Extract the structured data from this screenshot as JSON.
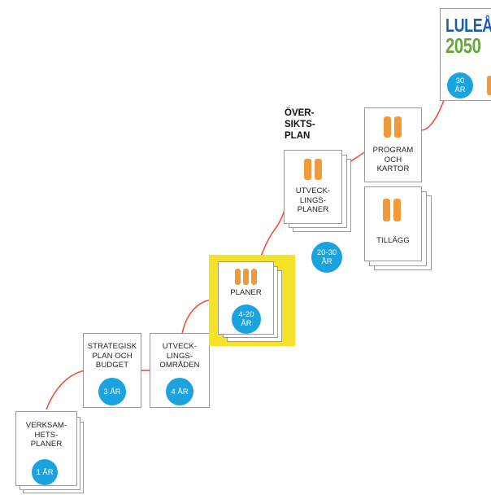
{
  "nodes": {
    "verksamhetsplaner": {
      "label": "VERKSAM-\nHETS-\nPLANER",
      "duration": "1 ÅR"
    },
    "strategisk_plan": {
      "label": "STRATEGISK\nPLAN OCH\nBUDGET",
      "duration": "3 ÅR"
    },
    "utvecklingsomraden": {
      "label": "UTVECK-\nLINGS-\nOMRÅDEN",
      "duration": "4 ÅR"
    },
    "planer": {
      "label": "PLANER",
      "duration": "4-20\nÅR"
    },
    "utvecklingsplaner": {
      "label": "UTVECK-\nLINGS-\nPLANER",
      "duration": "20-30\nÅR"
    },
    "oversiktsplan": {
      "label": "ÖVER-\nSIKTS-\nPLAN"
    },
    "program": {
      "label": "PROGRAM\nOCH\nKARTOR"
    },
    "tillagg": {
      "label": "TILLÄGG"
    },
    "lulea2050": {
      "title_top": "LULEÅ",
      "title_bottom": "2050",
      "duration": "30\nÅR"
    }
  },
  "colors": {
    "accent_blue": "#1aa3df",
    "accent_orange": "#f29a3a",
    "highlight_yellow": "#f7e22a",
    "connector_red": "#e8533a",
    "logo_blue": "#1c5ea8",
    "logo_green": "#6aa53a"
  }
}
